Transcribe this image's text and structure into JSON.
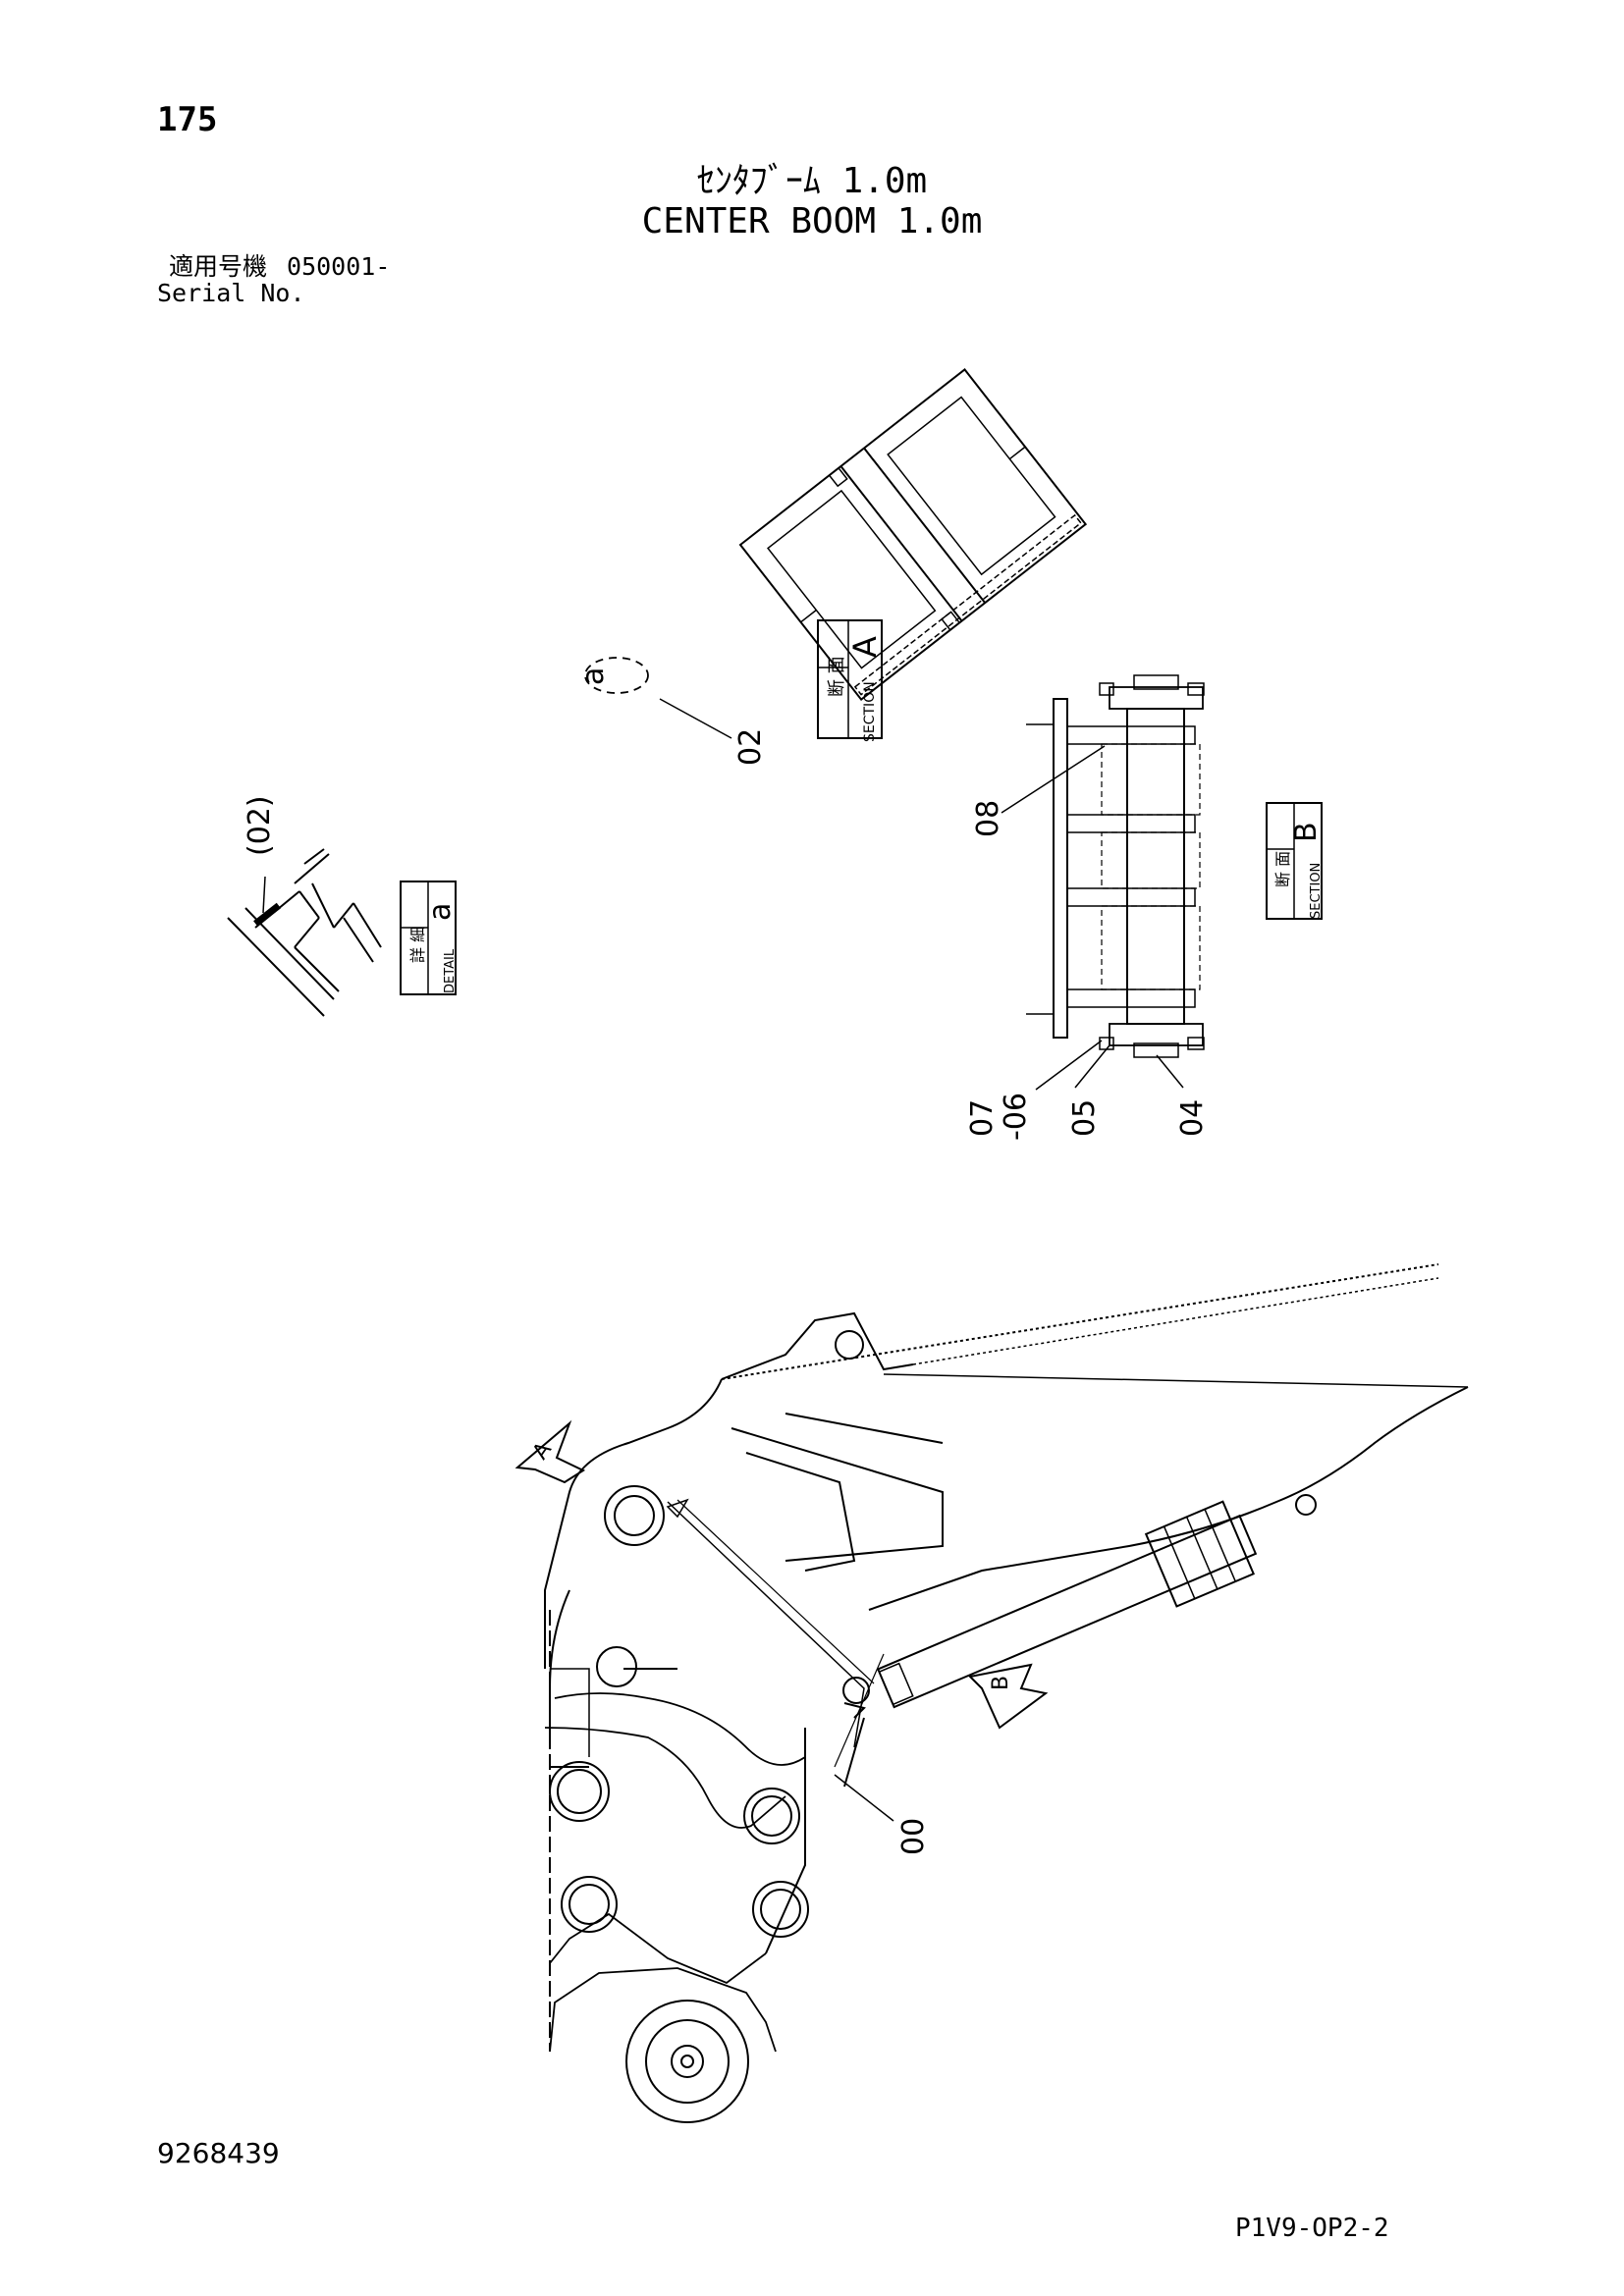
{
  "header": {
    "page_number": "175",
    "title_jp": "ｾﾝﾀﾌﾞｰﾑ 1.0m",
    "title_en": "CENTER BOOM 1.0m",
    "serial_label_jp": "適用号機",
    "serial_value": "050001-",
    "serial_label_en": "Serial No."
  },
  "section_a": {
    "tag_jp": "断 面",
    "tag_en": "SECTION",
    "letter": "A",
    "detail_marker": "a",
    "callouts": [
      "02"
    ]
  },
  "detail_a": {
    "tag_jp": "詳 細",
    "tag_en": "DETAIL",
    "letter": "a",
    "callouts": [
      "(02)"
    ]
  },
  "section_b": {
    "tag_jp": "断 面",
    "tag_en": "SECTION",
    "letter": "B",
    "callouts": [
      "08",
      "07",
      "-06",
      "05",
      "04"
    ]
  },
  "main_view": {
    "view_arrows": [
      "A",
      "B"
    ],
    "callouts": [
      "00"
    ]
  },
  "footer": {
    "doc_number": "9268439",
    "sheet_code": "P1V9-OP2-2"
  }
}
